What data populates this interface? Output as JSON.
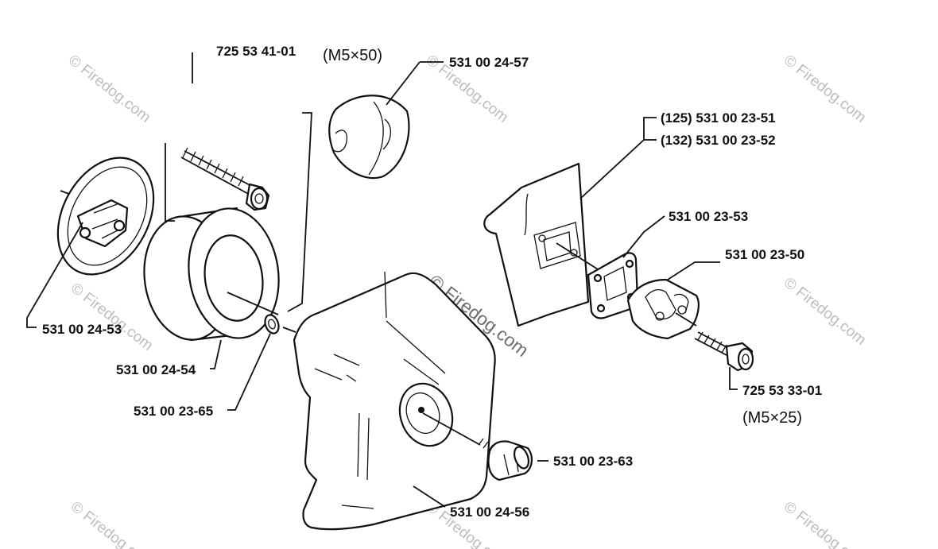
{
  "callouts": {
    "bolt_m5x50": "725 53 41-01",
    "bolt_m5x50_spec": "(M5×50)",
    "sleeve": "531 00 24-57",
    "plate_125": "(125) 531 00 23-51",
    "plate_132": "(132) 531 00 23-52",
    "gasket": "531 00 23-53",
    "intake_flange": "531 00 23-50",
    "bolt_m5x25": "725 53 33-01",
    "bolt_m5x25_spec": "(M5×25)",
    "filter_base": "531 00 24-53",
    "filter_element": "531 00 24-54",
    "washer": "531 00 23-65",
    "knob": "531 00 23-63",
    "cover": "531 00 24-56"
  },
  "watermark": {
    "text": "© Firedog.com"
  }
}
